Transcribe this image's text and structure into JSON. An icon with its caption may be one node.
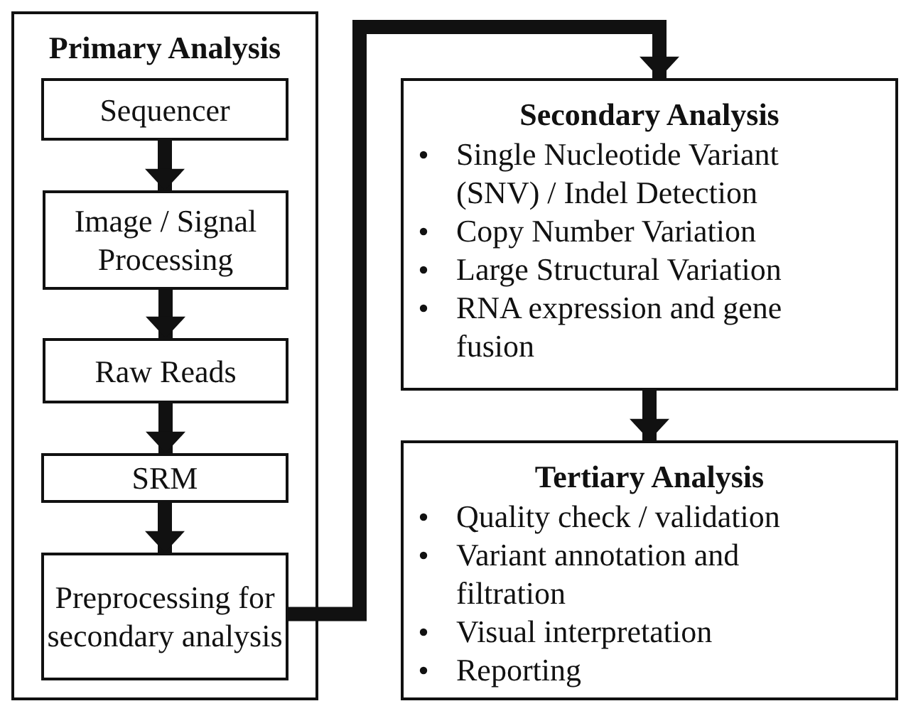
{
  "diagram": {
    "nodes": [
      {
        "text": [
          "Primary Analysis"
        ]
      },
      {
        "text": [
          "Sequencer"
        ],
        "in": 0
      },
      {
        "text": [
          "Image / Signal Processing"
        ],
        "in": 0
      },
      {
        "text": [
          "Raw Reads"
        ],
        "in": 0
      },
      {
        "text": [
          "SRM"
        ],
        "in": 0
      },
      {
        "text": [
          "Preprocessing for secondary analysis"
        ],
        "in": 0
      },
      {
        "text": [
          "Secondary Analysis",
          "Single Nucleotide Variant (SNV) / Indel Detection",
          "Copy Number Variation",
          "Large Structural Variation",
          "RNA expression and gene fusion"
        ]
      },
      {
        "text": [
          "Tertiary Analysis",
          "Quality check / validation",
          "Variant annotation and filtration",
          "Visual interpretation",
          "Reporting"
        ]
      }
    ],
    "edges": [
      {
        "from": 1,
        "to": 2,
        "arrow": "to"
      },
      {
        "from": 2,
        "to": 3,
        "arrow": "to"
      },
      {
        "from": 3,
        "to": 4,
        "arrow": "to"
      },
      {
        "from": 4,
        "to": 5,
        "arrow": "to"
      },
      {
        "from": 5,
        "to": 6,
        "arrow": "to"
      },
      {
        "from": 6,
        "to": 7,
        "arrow": "to"
      }
    ]
  }
}
